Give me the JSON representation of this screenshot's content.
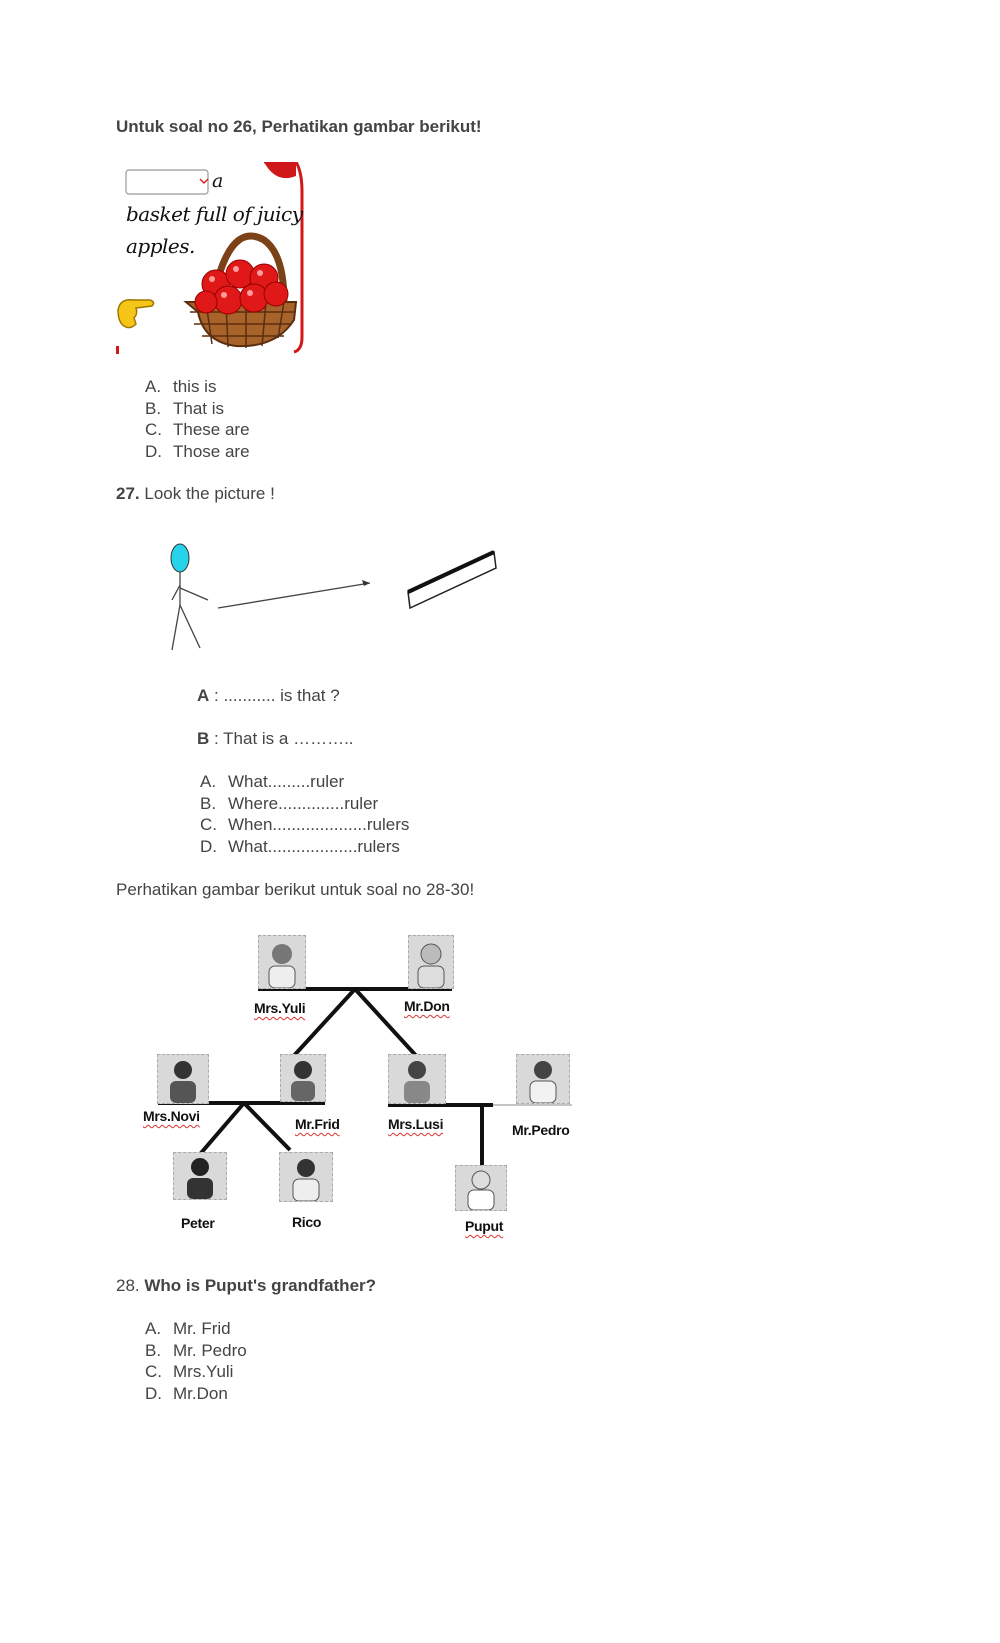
{
  "q26": {
    "title": "Untuk soal no 26, Perhatikan gambar berikut!",
    "image_text_a": "a",
    "image_text_line1": "basket full of juicy",
    "image_text_line2": "apples.",
    "options": [
      {
        "letter": "A.",
        "text": "this is"
      },
      {
        "letter": "B.",
        "text": "That is"
      },
      {
        "letter": "C.",
        "text": "These are"
      },
      {
        "letter": "D.",
        "text": "Those are"
      }
    ]
  },
  "q27": {
    "number": "27.",
    "title": "Look the picture !",
    "dialog_a_label": "A",
    "dialog_a_text": ":  ........... is that ?",
    "dialog_b_label": "B",
    "dialog_b_text": ":  That is a ………..",
    "options": [
      {
        "letter": "A.",
        "text": "What.........ruler"
      },
      {
        "letter": "B.",
        "text": "Where..............ruler"
      },
      {
        "letter": "C.",
        "text": "When....................rulers"
      },
      {
        "letter": "D.",
        "text": "What...................rulers"
      }
    ]
  },
  "family": {
    "intro": "Perhatikan gambar berikut untuk soal no 28-30!",
    "names": {
      "mrs_yuli": "Mrs.Yuli",
      "mr_don": "Mr.Don",
      "mrs_novi": "Mrs.Novi",
      "mr_frid": "Mr.Frid",
      "mrs_lusi": "Mrs.Lusi",
      "mr_pedro": "Mr.Pedro",
      "peter": "Peter",
      "rico": "Rico",
      "puput": "Puput"
    }
  },
  "q28": {
    "number": "28.",
    "title": "Who is Puput's grandfather?",
    "options": [
      {
        "letter": "A.",
        "text": "Mr. Frid"
      },
      {
        "letter": "B.",
        "text": "Mr. Pedro"
      },
      {
        "letter": "C.",
        "text": "Mrs.Yuli"
      },
      {
        "letter": "D.",
        "text": "Mr.Don"
      }
    ]
  }
}
